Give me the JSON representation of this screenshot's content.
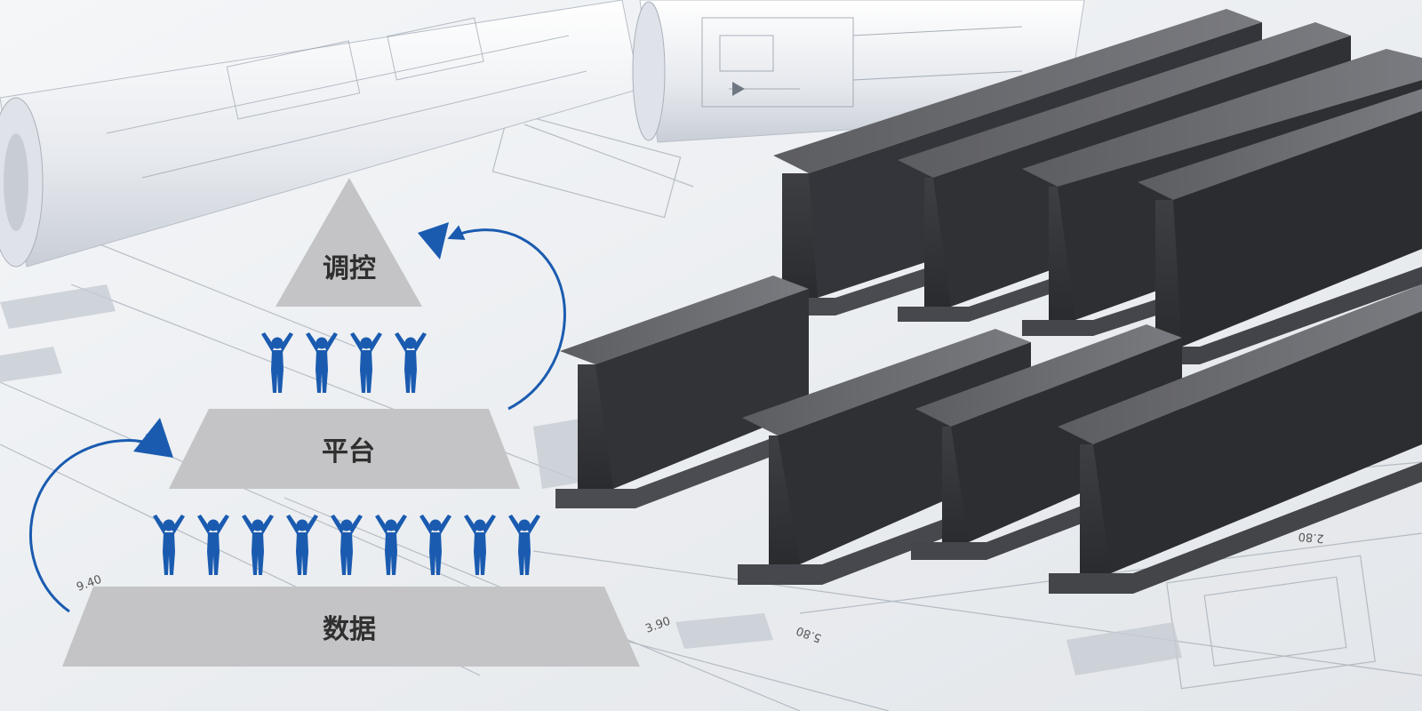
{
  "pyramid": {
    "tiers": [
      {
        "label": "调控",
        "people_above": 0
      },
      {
        "label": "平台",
        "people_above": 4
      },
      {
        "label": "数据",
        "people_above": 9
      }
    ]
  },
  "blueprint_marks": {
    "dim_left": "9.40",
    "dim_mid": "3.90",
    "dim_bottom": "5.80",
    "dim_right": "2.80"
  },
  "colors": {
    "person_blue": "#1a5bb0",
    "arrow_blue": "#1a5bb0",
    "tier_gray": "#c4c4c6",
    "steel_dark": "#3a3a3c",
    "steel_mid": "#55565a",
    "steel_top": "#6a6b70"
  },
  "icons": {
    "person": "person-arms-up-icon",
    "arrow": "curved-arrow-icon"
  }
}
